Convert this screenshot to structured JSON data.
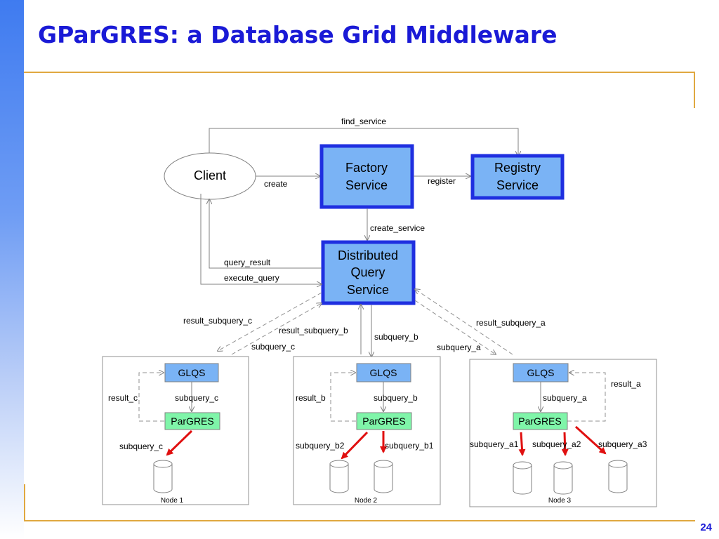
{
  "slide": {
    "title": "GParGRES: a Database Grid Middleware",
    "page_number": "24"
  },
  "diagram": {
    "client": "Client",
    "factory_service": [
      "Factory",
      "Service"
    ],
    "registry_service": [
      "Registry",
      "Service"
    ],
    "dqs": [
      "Distributed",
      "Query",
      "Service"
    ],
    "edges": {
      "find_service": "find_service",
      "create": "create",
      "register": "register",
      "create_service": "create_service",
      "query_result": "query_result",
      "execute_query": "execute_query",
      "result_subquery_c": "result_subquery_c",
      "subquery_c": "subquery_c",
      "result_subquery_b": "result_subquery_b",
      "subquery_b": "subquery_b",
      "result_subquery_a": "result_subquery_a",
      "subquery_a": "subquery_a"
    },
    "nodes": [
      {
        "name": "Node 1",
        "glqs": "GLQS",
        "pargres": "ParGRES",
        "result_label": "result_c",
        "subquery_label": "subquery_c",
        "db_labels": [
          "subquery_c"
        ]
      },
      {
        "name": "Node 2",
        "glqs": "GLQS",
        "pargres": "ParGRES",
        "result_label": "result_b",
        "subquery_label": "subquery_b",
        "db_labels": [
          "subquery_b2",
          "subquery_b1"
        ]
      },
      {
        "name": "Node 3",
        "glqs": "GLQS",
        "pargres": "ParGRES",
        "result_label": "result_a",
        "subquery_label": "subquery_a",
        "db_labels": [
          "subquery_a1",
          "subquery_a2",
          "subquery_a3"
        ]
      }
    ],
    "colors": {
      "service_fill": "#7ab3f5",
      "service_border": "#1f2fe0",
      "glqs_fill": "#7ab3f5",
      "pargres_fill": "#7ff5a9",
      "red_arrow": "#e01010"
    }
  }
}
